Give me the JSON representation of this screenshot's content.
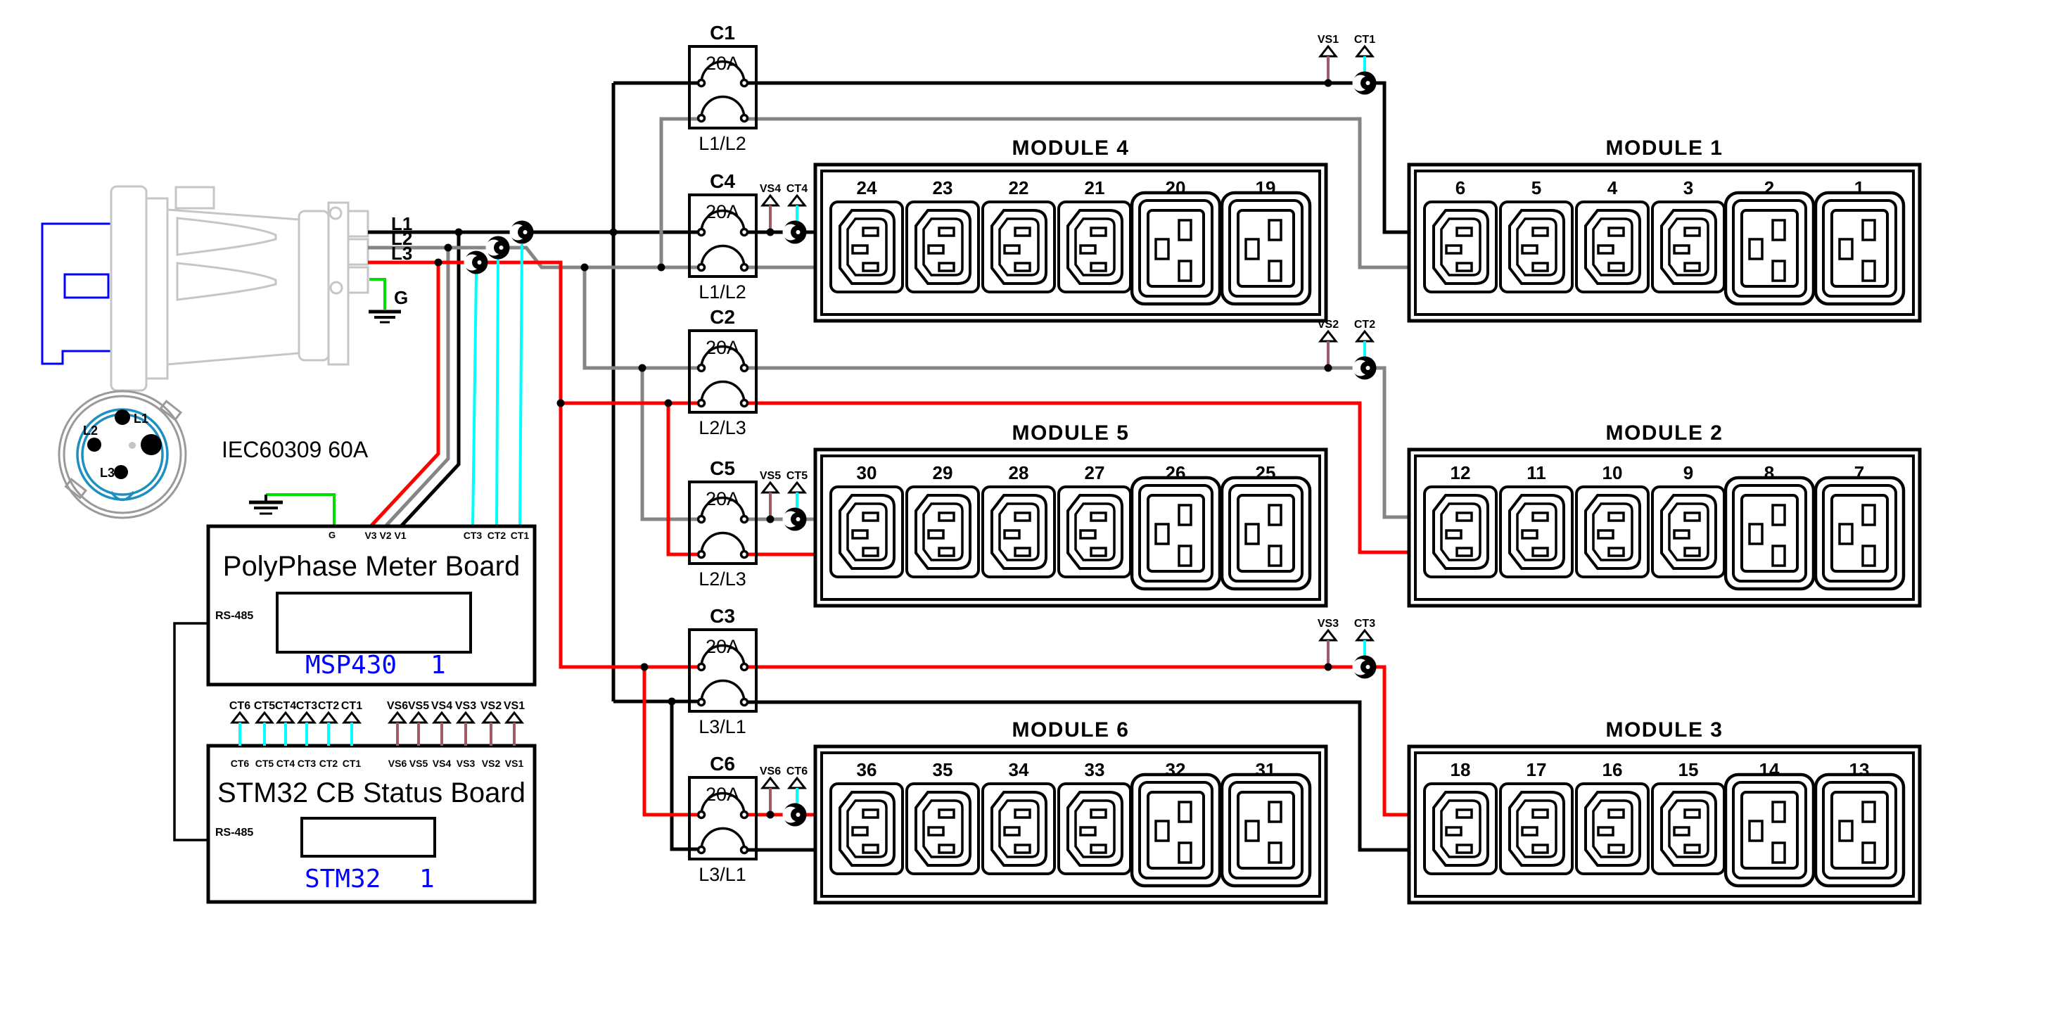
{
  "plug": {
    "type_label": "IEC60309 60A",
    "pins": [
      "L1",
      "L2",
      "L3"
    ]
  },
  "lines": {
    "l1": "L1",
    "l2": "L2",
    "l3": "L3",
    "ground": "G"
  },
  "meter_board": {
    "title": "PolyPhase Meter Board",
    "mcu": "MSP430",
    "unit": "1",
    "port": "RS-485",
    "pin_g": "G",
    "pins_v": [
      "V3",
      "V2",
      "V1"
    ],
    "pins_ct": [
      "CT3",
      "CT2",
      "CT1"
    ]
  },
  "status_board": {
    "title": "STM32 CB Status Board",
    "mcu": "STM32",
    "unit": "1",
    "port": "RS-485",
    "pins_ct": [
      "CT6",
      "CT5",
      "CT4",
      "CT3",
      "CT2",
      "CT1"
    ],
    "pins_vs": [
      "VS6",
      "VS5",
      "VS4",
      "VS3",
      "VS2",
      "VS1"
    ]
  },
  "breakers": [
    {
      "name": "C1",
      "rating": "20A",
      "phases": "L1/L2"
    },
    {
      "name": "C4",
      "rating": "20A",
      "phases": "L1/L2"
    },
    {
      "name": "C2",
      "rating": "20A",
      "phases": "L2/L3"
    },
    {
      "name": "C5",
      "rating": "20A",
      "phases": "L2/L3"
    },
    {
      "name": "C3",
      "rating": "20A",
      "phases": "L3/L1"
    },
    {
      "name": "C6",
      "rating": "20A",
      "phases": "L3/L1"
    }
  ],
  "modules": [
    {
      "name": "MODULE 4",
      "outlets": [
        "24",
        "23",
        "22",
        "21",
        "20",
        "19"
      ]
    },
    {
      "name": "MODULE 1",
      "outlets": [
        "6",
        "5",
        "4",
        "3",
        "2",
        "1"
      ]
    },
    {
      "name": "MODULE 5",
      "outlets": [
        "30",
        "29",
        "28",
        "27",
        "26",
        "25"
      ]
    },
    {
      "name": "MODULE 2",
      "outlets": [
        "12",
        "11",
        "10",
        "9",
        "8",
        "7"
      ]
    },
    {
      "name": "MODULE 6",
      "outlets": [
        "36",
        "35",
        "34",
        "33",
        "32",
        "31"
      ]
    },
    {
      "name": "MODULE 3",
      "outlets": [
        "18",
        "17",
        "16",
        "15",
        "14",
        "13"
      ]
    }
  ],
  "sensors": {
    "vs": [
      "VS1",
      "VS2",
      "VS3",
      "VS4",
      "VS5",
      "VS6"
    ],
    "ct": [
      "CT1",
      "CT2",
      "CT3",
      "CT4",
      "CT5",
      "CT6"
    ]
  },
  "colors": {
    "l1": "#000000",
    "l2": "#858585",
    "l3": "#ff0000",
    "ground": "#00dd00",
    "ct": "#00ffff",
    "vs": "#a05c66",
    "mcu_text": "#0000ff",
    "cable": "#0000ff",
    "plug_body": "#c6c6c6",
    "connector_ring": "#1d90c0"
  }
}
